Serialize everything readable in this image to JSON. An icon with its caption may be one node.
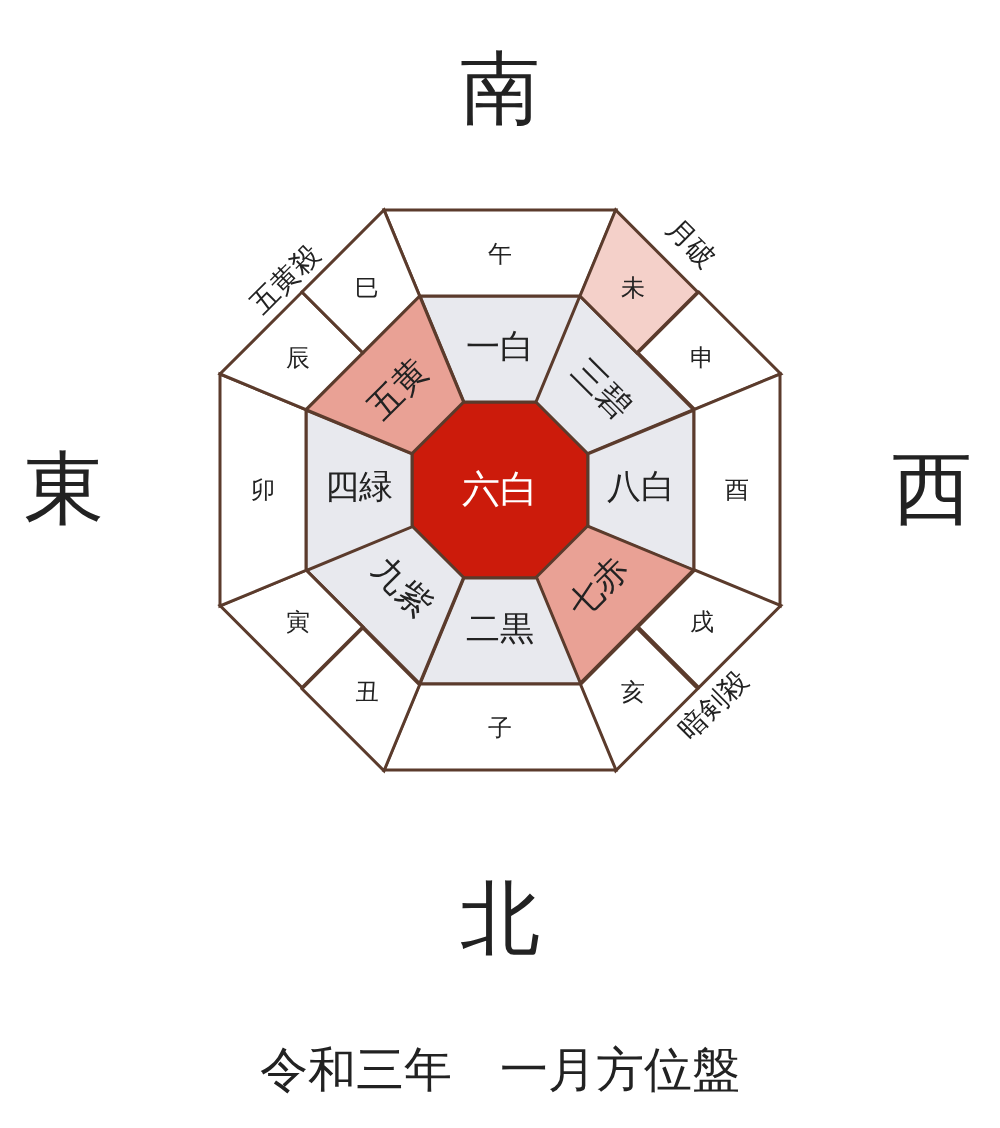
{
  "diagram": {
    "caption": "令和三年　一月方位盤",
    "nodes": [
      {
        "text": [
          "六白"
        ]
      },
      {
        "text": [
          "一白"
        ]
      },
      {
        "text": [
          "三碧"
        ]
      },
      {
        "text": [
          "八白"
        ]
      },
      {
        "text": [
          "七赤"
        ]
      },
      {
        "text": [
          "二黒"
        ]
      },
      {
        "text": [
          "九紫"
        ]
      },
      {
        "text": [
          "四緑"
        ]
      },
      {
        "text": [
          "五黄"
        ]
      },
      {
        "text": [
          "午"
        ]
      },
      {
        "text": [
          "未"
        ]
      },
      {
        "text": [
          "申"
        ]
      },
      {
        "text": [
          "酉"
        ]
      },
      {
        "text": [
          "戌"
        ]
      },
      {
        "text": [
          "亥"
        ]
      },
      {
        "text": [
          "子"
        ]
      },
      {
        "text": [
          "丑"
        ]
      },
      {
        "text": [
          "寅"
        ]
      },
      {
        "text": [
          "卯"
        ]
      },
      {
        "text": [
          "辰"
        ]
      },
      {
        "text": [
          "巳"
        ]
      }
    ],
    "edges": [],
    "labels": [
      "南",
      "五黄殺",
      "月破",
      "東",
      "西",
      "暗剣殺",
      "北"
    ]
  }
}
